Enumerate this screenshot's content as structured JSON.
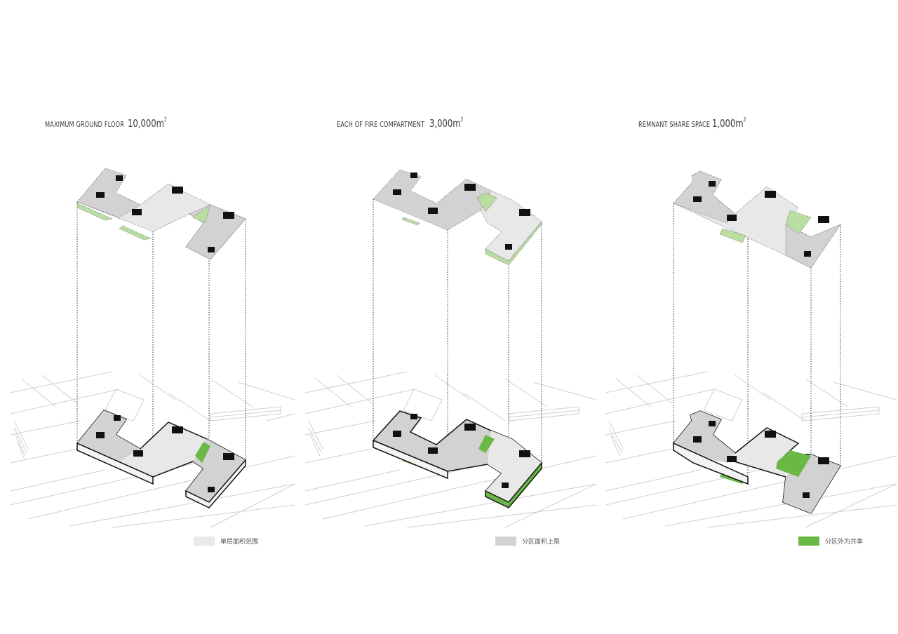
{
  "panels": [
    {
      "title_label": "MAXIMUM GROUND FLOOR",
      "title_value": "10,000m",
      "title_sup": "2",
      "legend_text": "单层面积范围",
      "legend_color": "#e9e9e9"
    },
    {
      "title_label": "EACH OF FIRE COMPARTMENT",
      "title_value": "3,000m",
      "title_sup": "2",
      "legend_text": "分区面积上限",
      "legend_color": "#d2d2d2"
    },
    {
      "title_label": "REMNANT SHARE SPACE",
      "title_value": "1,000m",
      "title_sup": "2",
      "legend_text": "分区外为共享",
      "legend_color": "#6ab845"
    }
  ],
  "colors": {
    "light_floor": "#e8e8e8",
    "mid_floor": "#d2d2d2",
    "green": "#6ab845",
    "light_green": "#b9dea1",
    "core": "#111111",
    "site_lines": "#cfcfcf"
  },
  "icons": [
    "stair-core-block"
  ]
}
